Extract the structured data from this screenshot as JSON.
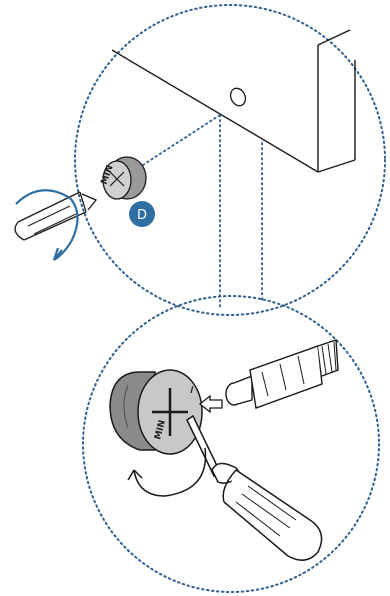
{
  "diagram": {
    "step_label": "D",
    "cam_marking_small": "MIN",
    "cam_marking_large": "MIN",
    "colors": {
      "accent": "#2f6ea3",
      "outline": "#1a1a1a",
      "dotted": "#2f5f8f",
      "cam_fill": "#9a9a9a",
      "cam_face": "#c8c8c8"
    }
  }
}
